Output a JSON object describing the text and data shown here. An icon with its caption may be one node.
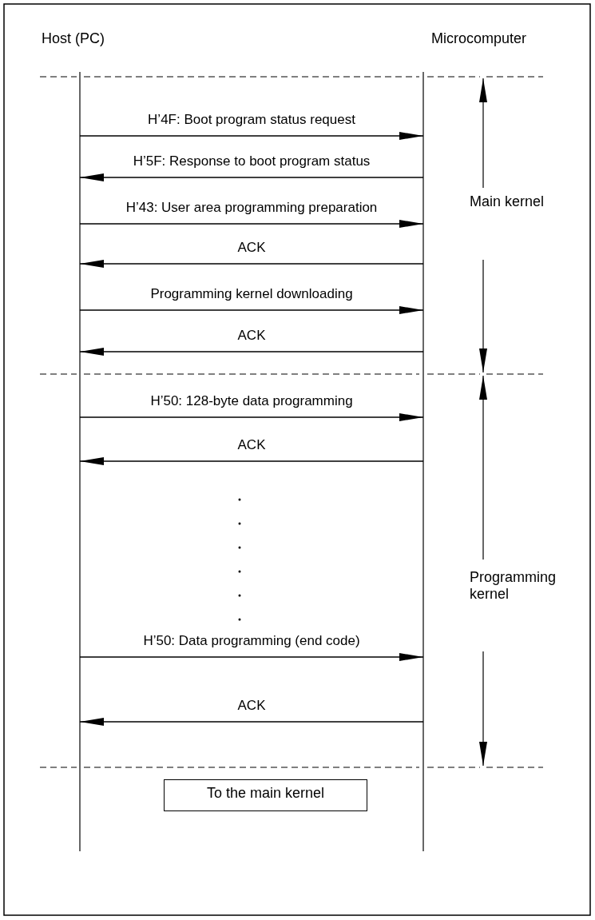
{
  "diagram": {
    "nodes": [
      {
        "text": [
          "Host (PC)"
        ]
      },
      {
        "text": [
          "Microcomputer"
        ]
      },
      {
        "text": [
          "To the main kernel"
        ]
      }
    ],
    "edges": [
      {
        "from": 0,
        "to": 1,
        "arrow": "to",
        "label": "H’4F: Boot program status request"
      },
      {
        "from": 1,
        "to": 0,
        "arrow": "to",
        "label": "H’5F: Response to boot program status"
      },
      {
        "from": 0,
        "to": 1,
        "arrow": "to",
        "label": "H’43: User area programming preparation"
      },
      {
        "from": 1,
        "to": 0,
        "arrow": "to",
        "label": "ACK"
      },
      {
        "from": 0,
        "to": 1,
        "arrow": "to",
        "label": "Programming kernel downloading"
      },
      {
        "from": 1,
        "to": 0,
        "arrow": "to",
        "label": "ACK"
      },
      {
        "from": 0,
        "to": 1,
        "arrow": "to",
        "label": "H’50: 128-byte data programming"
      },
      {
        "from": 1,
        "to": 0,
        "arrow": "to",
        "label": "ACK"
      },
      {
        "from": 0,
        "to": 1,
        "arrow": "to",
        "label": "H’50: Data programming (end code)"
      },
      {
        "from": 1,
        "to": 0,
        "arrow": "to",
        "label": "ACK"
      }
    ],
    "labels": [
      "Main kernel",
      "Programming kernel"
    ]
  }
}
